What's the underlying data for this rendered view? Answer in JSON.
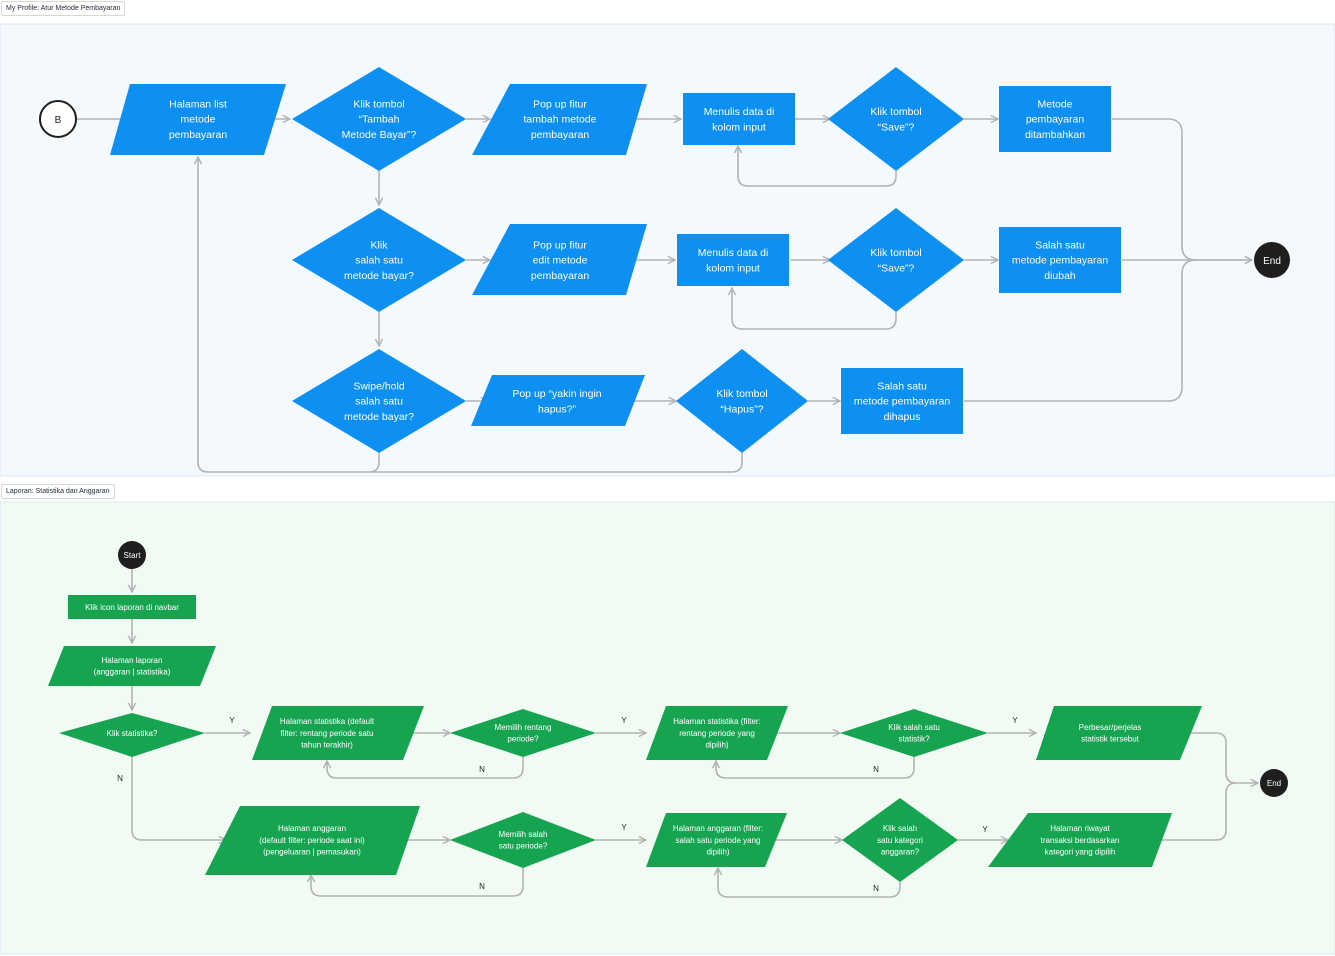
{
  "frames": {
    "payment": {
      "label": "My Profile: Atur Metode Pembayaran",
      "bg": "#f4f9fe"
    },
    "report": {
      "label": "Laporan: Statistika dan Anggaran",
      "bg": "#f1fbf4"
    }
  },
  "colors": {
    "blue": "#0e8ff2",
    "green": "#16a451",
    "connector": "#b3b3b3",
    "terminal": "#1e1e1e"
  },
  "payment_flow": {
    "start": "B",
    "end": "End",
    "halaman_list": [
      "Halaman list",
      "metode",
      "pembayaran"
    ],
    "q_tambah": [
      "Klik tombol",
      "“Tambah",
      "Metode Bayar”?"
    ],
    "popup_tambah": [
      "Pop up fitur",
      "tambah metode",
      "pembayaran"
    ],
    "tulis_1": [
      "Menulis data di",
      "kolom input"
    ],
    "q_save_1": [
      "Klik tombol",
      "“Save”?"
    ],
    "hasil_tambah": [
      "Metode",
      "pembayaran",
      "ditambahkan"
    ],
    "q_edit": [
      "Klik",
      "salah satu",
      "metode bayar?"
    ],
    "popup_edit": [
      "Pop up fitur",
      "edit metode",
      "pembayaran"
    ],
    "tulis_2": [
      "Menulis data di",
      "kolom input"
    ],
    "q_save_2": [
      "Klik tombol",
      "“Save”?"
    ],
    "hasil_edit": [
      "Salah satu",
      "metode pembayaran",
      "diubah"
    ],
    "q_hapus_select": [
      "Swipe/hold",
      "salah satu",
      "metode bayar?"
    ],
    "popup_hapus": [
      "Pop up “yakin ingin",
      "hapus?”"
    ],
    "q_hapus": [
      "Klik tombol",
      "“Hapus”?"
    ],
    "hasil_hapus": [
      "Salah satu",
      "metode pembayaran",
      "dihapus"
    ]
  },
  "report_flow": {
    "start": "Start",
    "end": "End",
    "klik_icon": [
      "Klik icon laporan di navbar"
    ],
    "halaman_laporan": [
      "Halaman laporan",
      "(anggaran | statistika)"
    ],
    "q_statistika": [
      "Klik statistika?"
    ],
    "stat_default": [
      "Halaman statistika (default",
      "filter: rentang periode satu",
      "tahun terakhir)"
    ],
    "q_rentang": [
      "Memilih rentang",
      "periode?"
    ],
    "stat_filter": [
      "Halaman statistika (filter:",
      "rentang periode yang",
      "dipilih)"
    ],
    "q_statistik": [
      "Klik salah satu",
      "statistik?"
    ],
    "perbesar": [
      "Perbesar/perjelas",
      "statistik tersebut"
    ],
    "ang_default": [
      "Halaman anggaran",
      "(default filter: periode saat ini)",
      "(pengeluaran | pemasukan)"
    ],
    "q_satu_periode": [
      "Memilih salah",
      "satu periode?"
    ],
    "ang_filter": [
      "Halaman anggaran (filter:",
      "salah satu periode yang",
      "dipilih)"
    ],
    "q_kategori": [
      "Klik salah",
      "satu kategori",
      "anggaran?"
    ],
    "riwayat": [
      "Halaman riwayat",
      "transaksi berdasarkan",
      "kategori yang dipilih"
    ],
    "yes": "Y",
    "no": "N"
  }
}
